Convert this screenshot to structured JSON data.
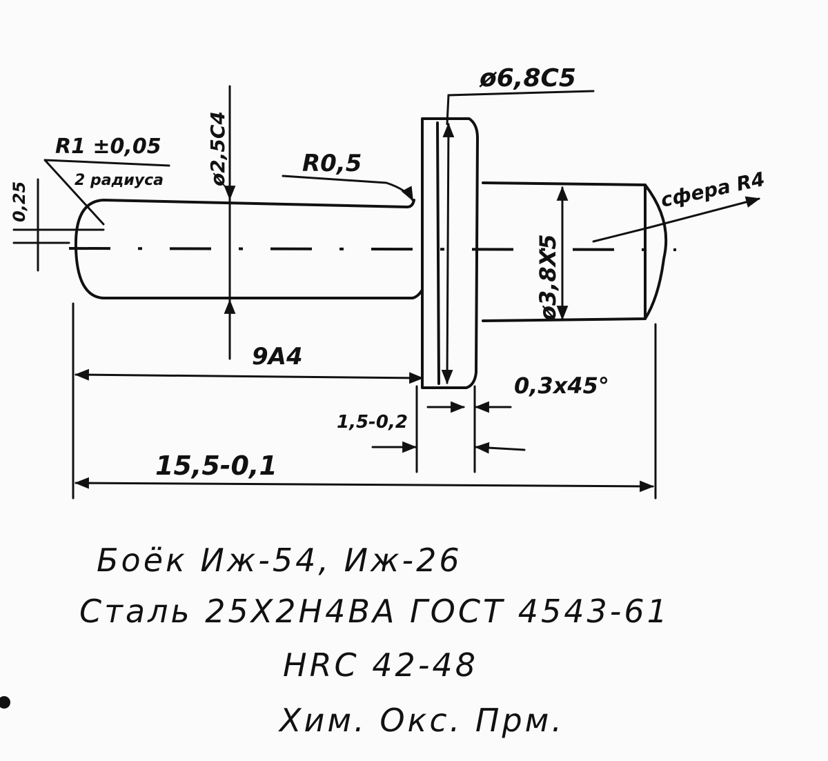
{
  "drawing": {
    "dimensions": {
      "flange_diameter": "ø6,8C5",
      "end_radius": "R1 ±0,05",
      "end_radius_note": "2 радиуса",
      "shaft_diameter": "ø2,5C4",
      "offset": "0,25",
      "fillet_radius": "R0,5",
      "sphere_radius": "сфера R4",
      "boss_diameter": "ø3,8X5",
      "shaft_length": "9A4",
      "chamfer": "0,3x45°",
      "flange_width": "1,5-0,2",
      "total_length": "15,5-0,1"
    },
    "notes": [
      "Боёк Иж-54, Иж-26",
      "Сталь 25Х2Н4ВА ГОСТ 4543-61",
      "HRC 42-48",
      "Хим. Окс. Прм."
    ]
  }
}
